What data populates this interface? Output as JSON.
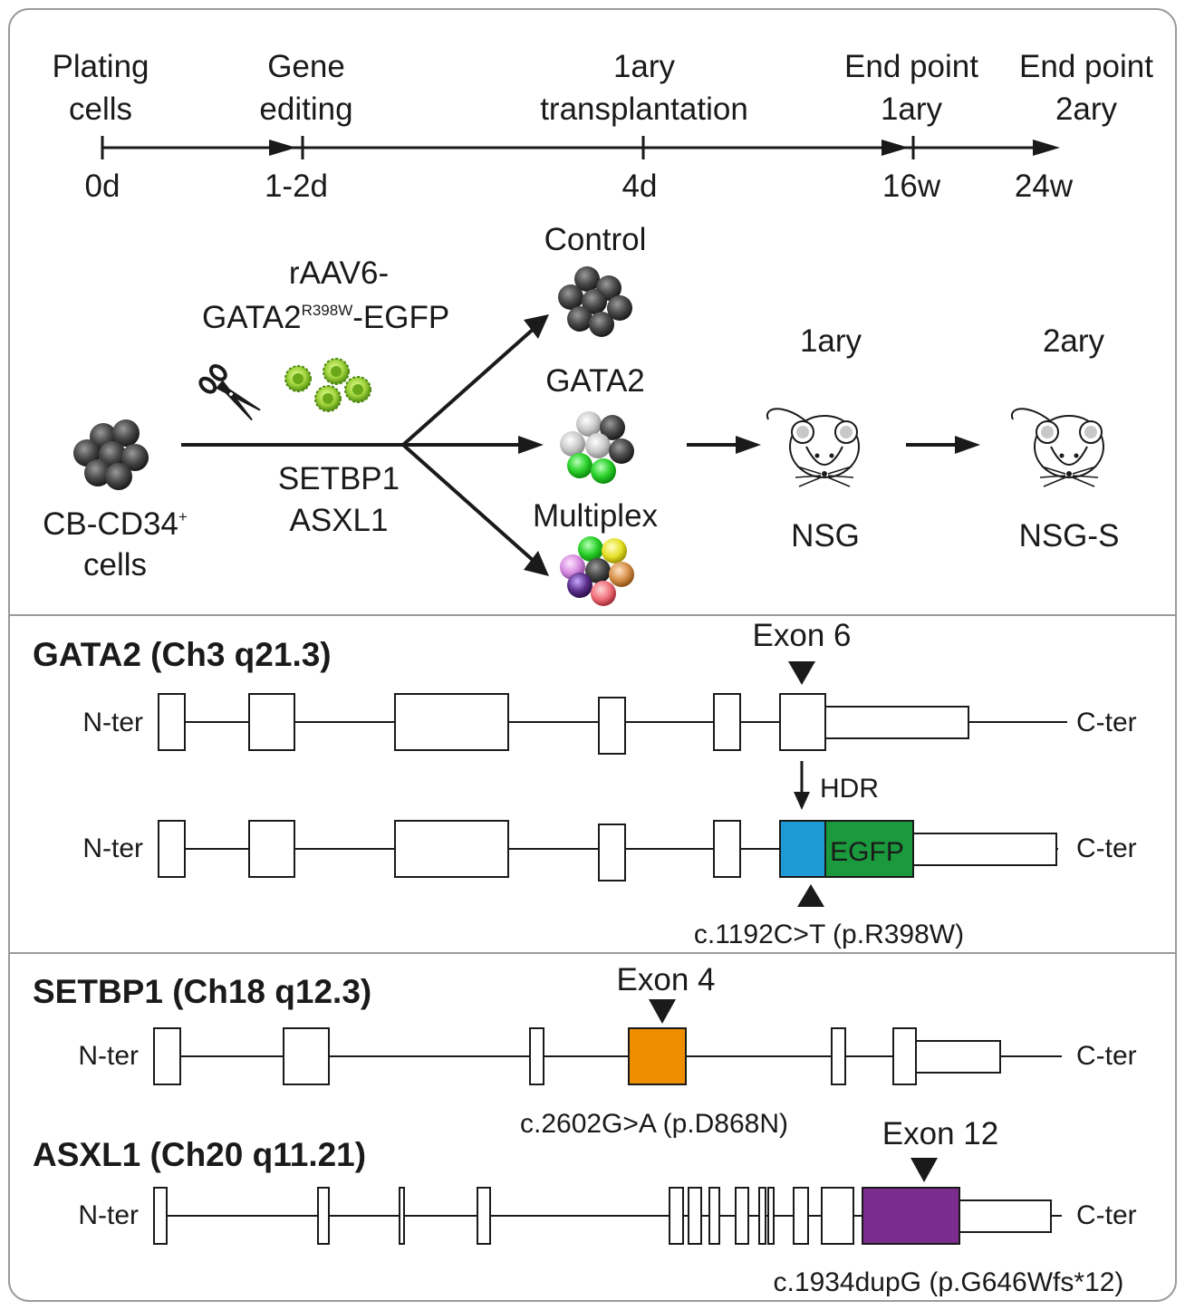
{
  "timeline": {
    "stages": [
      {
        "line1": "Plating",
        "line2": "cells",
        "time": "0d"
      },
      {
        "line1": "Gene",
        "line2": "editing",
        "time": "1-2d"
      },
      {
        "line1": "1ary",
        "line2": "transplantation",
        "time": "4d"
      },
      {
        "line1": "End point",
        "line2": "1ary",
        "time": "16w"
      },
      {
        "line1": "End point",
        "line2": "2ary",
        "time": "24w"
      }
    ]
  },
  "workflow": {
    "cells_label": "CB-CD34",
    "cells_sup": "+",
    "cells_label2": "cells",
    "vector_line1": "rAAV6-",
    "vector_gene": "GATA2",
    "vector_sup": "R398W",
    "vector_suffix": "-EGFP",
    "target_line1": "SETBP1",
    "target_line2": "ASXL1",
    "groups": [
      "Control",
      "GATA2",
      "Multiplex"
    ],
    "mouse1_label": "1ary",
    "mouse1_strain": "NSG",
    "mouse2_label": "2ary",
    "mouse2_strain": "NSG-S"
  },
  "gata2": {
    "title": "GATA2 (Ch3 q21.3)",
    "exon_label": "Exon 6",
    "n_ter": "N-ter",
    "c_ter": "C-ter",
    "hdr": "HDR",
    "egfp": "EGFP",
    "mutation": "c.1192C>T (p.R398W)",
    "colors": {
      "mutant_exon": "#1e9bd7",
      "egfp": "#1a9a3c"
    }
  },
  "setbp1": {
    "title": "SETBP1 (Ch18 q12.3)",
    "exon_label": "Exon 4",
    "n_ter": "N-ter",
    "c_ter": "C-ter",
    "mutation": "c.2602G>A (p.D868N)",
    "colors": {
      "mutant_exon": "#ef8f00"
    }
  },
  "asxl1": {
    "title": "ASXL1 (Ch20 q11.21)",
    "exon_label": "Exon 12",
    "n_ter": "N-ter",
    "c_ter": "C-ter",
    "mutation": "c.1934dupG (p.G646Wfs*12)",
    "colors": {
      "mutant_exon": "#7b2d8e"
    }
  }
}
